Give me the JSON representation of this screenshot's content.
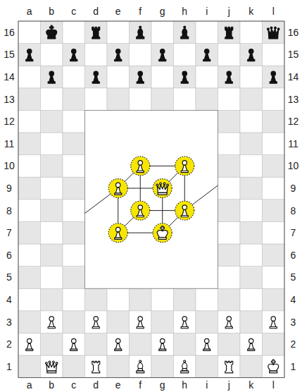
{
  "diagram": {
    "labels": [
      "a",
      "b",
      "c",
      "d",
      "e",
      "f",
      "g",
      "h",
      "i",
      "j",
      "k",
      "l",
      "16",
      "16",
      "15",
      "15",
      "14",
      "14",
      "13",
      "13",
      "12",
      "12",
      "11",
      "11",
      "10",
      "10",
      "9",
      "9",
      "8",
      "8",
      "7",
      "7",
      "6",
      "6",
      "5",
      "5",
      "4",
      "4",
      "3",
      "3",
      "2",
      "2",
      "1",
      "1",
      "a",
      "b",
      "c",
      "d",
      "e",
      "f",
      "g",
      "h",
      "i",
      "j",
      "k",
      "l"
    ]
  }
}
